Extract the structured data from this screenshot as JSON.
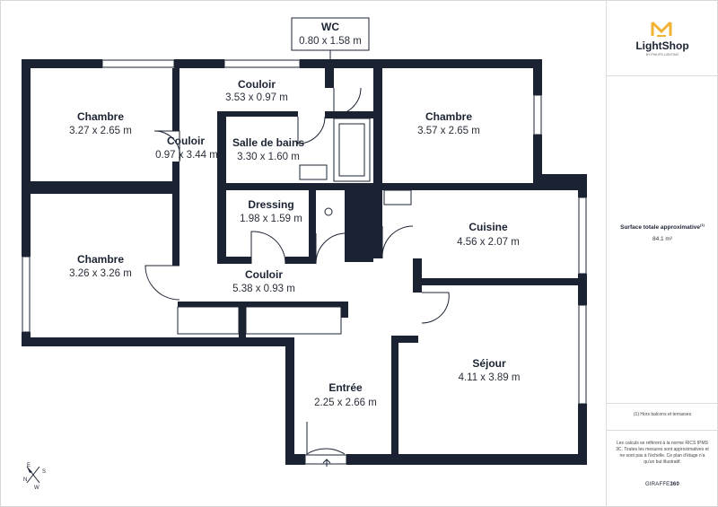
{
  "rooms": {
    "wc": {
      "name": "WC",
      "dim": "0.80 x 1.58 m"
    },
    "couloir_top": {
      "name": "Couloir",
      "dim": "3.53 x 0.97 m"
    },
    "chambre_tl": {
      "name": "Chambre",
      "dim": "3.27 x 2.65 m"
    },
    "couloir_left": {
      "name": "Couloir",
      "dim": "0.97 x 3.44 m"
    },
    "salle_de_bains": {
      "name": "Salle de bains",
      "dim": "3.30 x 1.60 m"
    },
    "chambre_tr": {
      "name": "Chambre",
      "dim": "3.57 x 2.65 m"
    },
    "dressing": {
      "name": "Dressing",
      "dim": "1.98 x 1.59 m"
    },
    "cuisine": {
      "name": "Cuisine",
      "dim": "4.56 x 2.07 m"
    },
    "chambre_bl": {
      "name": "Chambre",
      "dim": "3.26 x 3.26 m"
    },
    "couloir_mid": {
      "name": "Couloir",
      "dim": "5.38 x 0.93 m"
    },
    "sejour": {
      "name": "Séjour",
      "dim": "4.11 x 3.89 m"
    },
    "entree": {
      "name": "Entrée",
      "dim": "2.25 x 2.66 m"
    }
  },
  "compass": {
    "n": "N",
    "e": "E",
    "s": "S",
    "w": "W"
  },
  "sidebar": {
    "logo_text": "LightShop",
    "logo_sub": "BY PHILIPS LIGHTING",
    "surface_label": "Surface totale approximative",
    "surface_sup": "(1)",
    "surface_value": "84.1 m²",
    "footnote": "(1) Hors balcons et terrasses",
    "notice": "Les calculs se réfèrent à la norme RICS IPMS 3C. Toutes les mesures sont approximatives et ne sont pas à l'échelle. Ce plan d'étage n'a qu'un but illustratif.",
    "brand_a": "GIRAFFE",
    "brand_b": "360"
  },
  "colors": {
    "wall": "#1b2333",
    "accent": "#f2b233"
  }
}
